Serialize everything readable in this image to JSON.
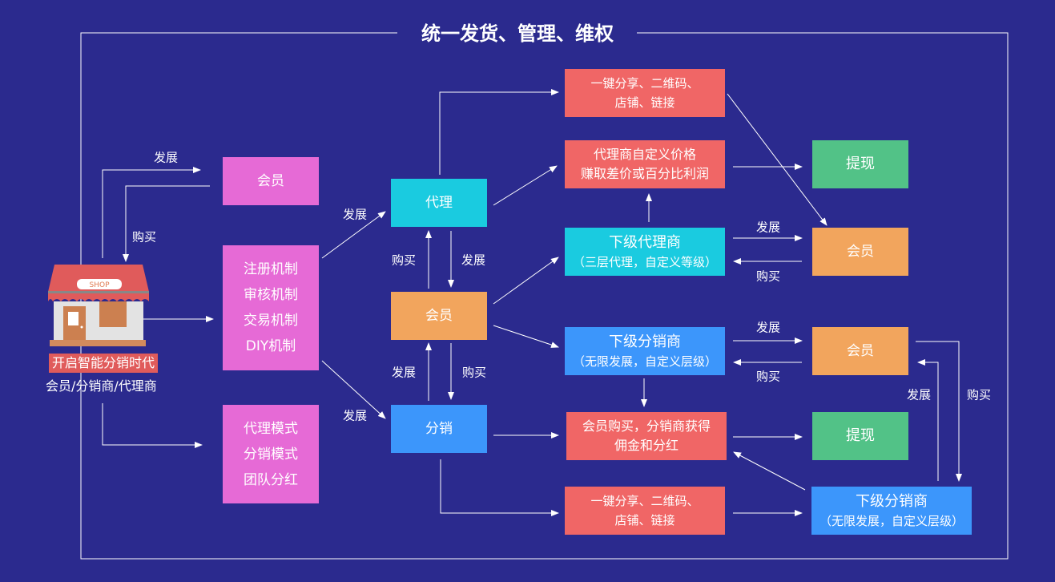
{
  "title": "统一发货、管理、维权",
  "shop": {
    "sign": "SHOP",
    "tagline": "开启智能分销时代",
    "subtitle": "会员/分销商/代理商"
  },
  "col1": {
    "member": "会员",
    "rules": [
      "注册机制",
      "审核机制",
      "交易机制",
      "DIY机制"
    ],
    "modes": [
      "代理模式",
      "分销模式",
      "团队分红"
    ]
  },
  "col2": {
    "agent": "代理",
    "member": "会员",
    "distribution": "分销"
  },
  "col3": {
    "share_top": [
      "一键分享、二维码、",
      "店铺、链接"
    ],
    "price": [
      "代理商自定义价格",
      "赚取差价或百分比利润"
    ],
    "sub_agent": [
      "下级代理商",
      "（三层代理，自定义等级）"
    ],
    "sub_dist": [
      "下级分销商",
      "（无限发展，自定义层级）"
    ],
    "commission": [
      "会员购买，分销商获得",
      "佣金和分红"
    ],
    "share_bottom": [
      "一键分享、二维码、",
      "店铺、链接"
    ]
  },
  "col4": {
    "withdraw_top": "提现",
    "member_a": "会员",
    "member_b": "会员",
    "withdraw_bottom": "提现",
    "sub_dist": [
      "下级分销商",
      "（无限发展，自定义层级）"
    ]
  },
  "arrow_labels": [
    "发展",
    "购买",
    "发展",
    "发展",
    "购买",
    "发展",
    "发展",
    "购买",
    "发展",
    "购买",
    "发展",
    "购买",
    "发展",
    "购买"
  ]
}
